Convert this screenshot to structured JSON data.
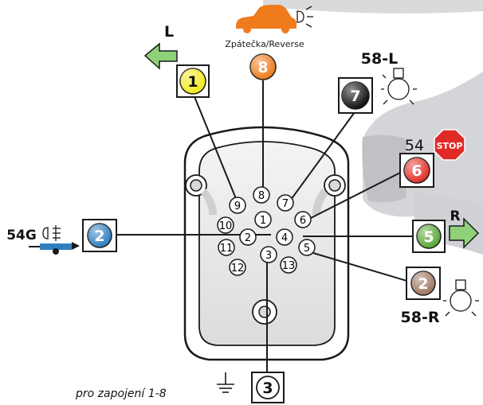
{
  "reverse_label": "Zpátečka/Reverse",
  "left_label": "L",
  "right_label": "R",
  "label_58l": "58-L",
  "label_58r": "58-R",
  "label_54": "54",
  "label_54g": "54G",
  "stop_sign_text": "STOP",
  "footer_text": "pro zapojení  1-8",
  "wires": [
    {
      "number": "1",
      "color": "#f2ea1d",
      "text_color": "#111111"
    },
    {
      "number": "2",
      "color": "#2f7fc0",
      "text_color": "#ffffff"
    },
    {
      "number": "3",
      "color": "#ffffff",
      "text_color": "#111111"
    },
    {
      "number": "5",
      "color": "#5aa638",
      "text_color": "#ffffff"
    },
    {
      "number": "6",
      "color": "#e2302a",
      "text_color": "#ffffff"
    },
    {
      "number": "7",
      "color": "#111111",
      "text_color": "#ffffff"
    },
    {
      "number": "8",
      "color": "#ef7b1c",
      "text_color": "#ffffff"
    },
    {
      "number": "2",
      "color": "#a07862",
      "text_color": "#ffffff"
    }
  ],
  "socket_pins": [
    "1",
    "2",
    "3",
    "4",
    "5",
    "6",
    "7",
    "8",
    "9",
    "10",
    "11",
    "12",
    "13"
  ],
  "icons": [
    "car-icon",
    "reverse-lamp-icon",
    "arrow-left-icon",
    "arrow-right-icon",
    "bulb-icon",
    "stop-sign-icon",
    "fog-lamp-icon",
    "trailer-icon",
    "ground-icon"
  ]
}
